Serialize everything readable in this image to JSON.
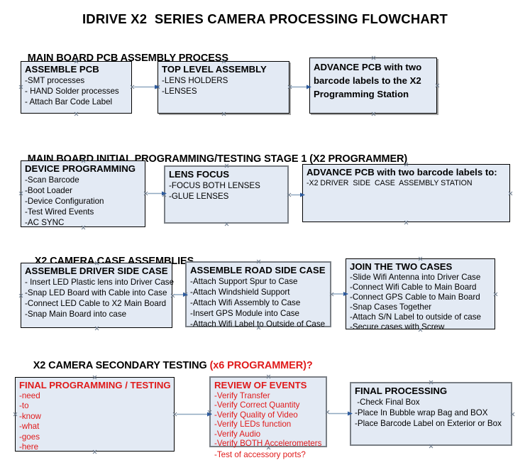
{
  "document": {
    "title": "IDRIVE X2  SERIES CAMERA PROCESSING FLOWCHART"
  },
  "sections": [
    {
      "id": "pcb-assembly",
      "heading": "MAIN BOARD PCB ASSEMBLY PROCESS",
      "heading_accent": "",
      "nodes": [
        {
          "id": "assemble-pcb",
          "title": "ASSEMBLE PCB",
          "lines": [
            "-SMT processes",
            "- HAND Solder processes",
            "- Attach Bar Code Label"
          ]
        },
        {
          "id": "top-level-assembly",
          "title": "TOP LEVEL ASSEMBLY",
          "lines": [
            "-LENS HOLDERS",
            "-LENSES"
          ]
        },
        {
          "id": "advance-pcb-programming-station",
          "title": "ADVANCE PCB with two barcode labels to the  X2 Programming Station",
          "lines": []
        }
      ]
    },
    {
      "id": "initial-programming",
      "heading": "MAIN BOARD INITIAL PROGRAMMING/TESTING STAGE 1 (X2 PROGRAMMER)",
      "heading_accent": "",
      "nodes": [
        {
          "id": "device-programming",
          "title": "DEVICE PROGRAMMING",
          "lines": [
            "-Scan Barcode",
            "-Boot Loader",
            "-Device Configuration",
            "-Test Wired Events",
            "-AC SYNC"
          ]
        },
        {
          "id": "lens-focus",
          "title": "LENS FOCUS",
          "lines": [
            "-FOCUS BOTH LENSES",
            "-GLUE LENSES"
          ]
        },
        {
          "id": "advance-pcb-driver-side",
          "title": "ADVANCE PCB with two barcode labels to:",
          "lines": [
            "-X2 DRIVER  SIDE  CASE  ASSEMBLY STATION"
          ]
        }
      ]
    },
    {
      "id": "case-assemblies",
      "heading": "X2 CAMERA CASE ASSEMBLIES",
      "heading_accent": "",
      "nodes": [
        {
          "id": "assemble-driver-side-case",
          "title": "ASSEMBLE DRIVER SIDE CASE",
          "lines": [
            "- Insert LED Plastic lens into Driver Case",
            "-Snap LED Board with Cable into Case",
            "-Connect LED Cable to X2 Main Board",
            "-Snap Main Board into case"
          ]
        },
        {
          "id": "assemble-road-side-case",
          "title": "ASSEMBLE ROAD SIDE CASE",
          "lines": [
            "-Attach Support Spur to Case",
            "-Attach Windshield Support",
            "-Attach Wifi Assembly to Case",
            "-Insert GPS Module into Case",
            "-Attach Wifi Label to Outside of Case"
          ]
        },
        {
          "id": "join-the-two-cases",
          "title": "JOIN THE TWO CASES",
          "lines": [
            "-Slide Wifi Antenna into Driver Case",
            "-Connect Wifi Cable to Main Board",
            "-Connect GPS Cable to Main Board",
            "-Snap Cases Together",
            "-Attach S/N Label to outside of case",
            "-Secure cases with Screw"
          ]
        }
      ]
    },
    {
      "id": "secondary-testing",
      "heading": "X2 CAMERA SECONDARY TESTING ",
      "heading_accent": "(x6 PROGRAMMER)?",
      "nodes": [
        {
          "id": "final-programming-testing",
          "title": "FINAL PROGRAMMING / TESTING",
          "lines": [
            "-need",
            "-to",
            "-know",
            "-what",
            "-goes",
            "-here"
          ]
        },
        {
          "id": "review-of-events",
          "title": "REVIEW OF EVENTS",
          "lines": [
            "-Verify Transfer",
            "-Verify Correct Quantity",
            "-Verify Quality of Video",
            "-Verify LEDs function",
            "-Verify Audio",
            "-Verify BOTH Accelerometers"
          ],
          "overflow_line": "-Test of accessory ports?"
        },
        {
          "id": "final-processing",
          "title": "FINAL PROCESSING",
          "lines": [
            " -Check Final Box",
            "-Place In Bubble wrap Bag and BOX",
            "-Place Barcode Label on Exterior or Box"
          ]
        }
      ]
    }
  ],
  "colors": {
    "node_fill": "#e3eaf4",
    "node_border": "#000000",
    "node_border_gray": "#7a7f85",
    "accent_red": "#e01b1b",
    "arrow_line": "#8fa8c0",
    "arrow_head": "#2f5c9e",
    "handle": "#6d7b8c",
    "text": "#000000",
    "background": "#ffffff"
  },
  "arrows": [
    {
      "id": "arrow-pcb-to-top-level",
      "from": "assemble-pcb",
      "to": "top-level-assembly"
    },
    {
      "id": "arrow-top-level-to-advance",
      "from": "top-level-assembly",
      "to": "advance-pcb-programming-station"
    },
    {
      "id": "arrow-device-to-lens",
      "from": "device-programming",
      "to": "lens-focus"
    },
    {
      "id": "arrow-lens-to-advance",
      "from": "lens-focus",
      "to": "advance-pcb-driver-side"
    },
    {
      "id": "arrow-driver-to-road",
      "from": "assemble-driver-side-case",
      "to": "assemble-road-side-case"
    },
    {
      "id": "arrow-road-to-join",
      "from": "assemble-road-side-case",
      "to": "join-the-two-cases"
    },
    {
      "id": "arrow-final-prog-to-review",
      "from": "final-programming-testing",
      "to": "review-of-events"
    },
    {
      "id": "arrow-review-to-final-proc",
      "from": "review-of-events",
      "to": "final-processing"
    }
  ]
}
